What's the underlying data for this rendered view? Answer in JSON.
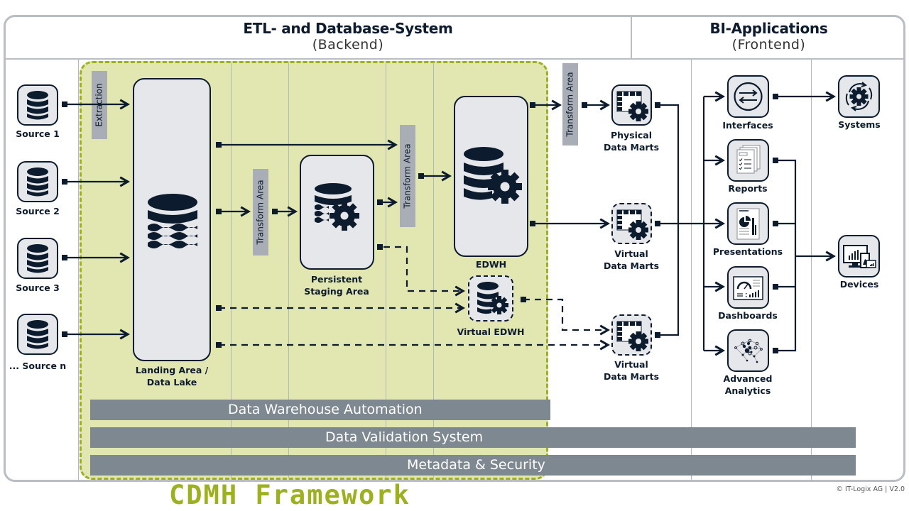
{
  "header": {
    "backend": {
      "title": "ETL- and Database-System",
      "subtitle": "(Backend)"
    },
    "frontend": {
      "title": "BI-Applications",
      "subtitle": "(Frontend)"
    }
  },
  "sources": [
    {
      "label": "Source 1",
      "icon": "database-icon"
    },
    {
      "label": "Source 2",
      "icon": "database-icon"
    },
    {
      "label": "Source 3",
      "icon": "database-icon"
    },
    {
      "label": "... Source n",
      "icon": "database-icon"
    }
  ],
  "stages": {
    "extraction": "Extraction",
    "transform_1": "Transform Area",
    "transform_2": "Transform Area",
    "transform_3": "Transform Area",
    "landing": {
      "line1": "Landing Area /",
      "line2": "Data Lake",
      "icon": "data-lake-icon"
    },
    "psa": {
      "line1": "Persistent",
      "line2": "Staging Area",
      "icon": "database-gear-waves-icon"
    },
    "edwh": {
      "label": "EDWH",
      "icon": "database-gear-icon"
    },
    "virtual_edwh": {
      "label": "Virtual EDWH",
      "icon": "database-gear-icon"
    }
  },
  "data_marts": [
    {
      "line1": "Physical",
      "line2": "Data Marts",
      "icon": "table-gear-icon",
      "virtual": false
    },
    {
      "line1": "Virtual",
      "line2": "Data Marts",
      "icon": "table-gear-icon",
      "virtual": true
    },
    {
      "line1": "Virtual",
      "line2": "Data Marts",
      "icon": "table-gear-icon",
      "virtual": true
    }
  ],
  "bi_apps": [
    {
      "label": "Interfaces",
      "icon": "exchange-arrows-icon"
    },
    {
      "label": "Reports",
      "icon": "report-checklist-icon"
    },
    {
      "label": "Presentations",
      "icon": "presentation-chart-icon"
    },
    {
      "label": "Dashboards",
      "icon": "dashboard-gauge-icon"
    },
    {
      "line1": "Advanced",
      "line2": "Analytics",
      "icon": "network-analytics-icon"
    }
  ],
  "targets": [
    {
      "label": "Systems",
      "icon": "gear-cycle-icon"
    },
    {
      "label": "Devices",
      "icon": "devices-icon"
    }
  ],
  "bands": {
    "dwa": "Data Warehouse Automation",
    "dvs": "Data Validation System",
    "meta": "Metadata & Security"
  },
  "framework_title": "CDMH Framework",
  "copyright": "© IT-Logix AG | V2.0",
  "colors": {
    "navy": "#0d1b2e",
    "framework_green": "#9db11e",
    "framework_fill": "#e2e6b0",
    "band_gray": "#7e8890",
    "node_fill": "#e5e7ea"
  }
}
